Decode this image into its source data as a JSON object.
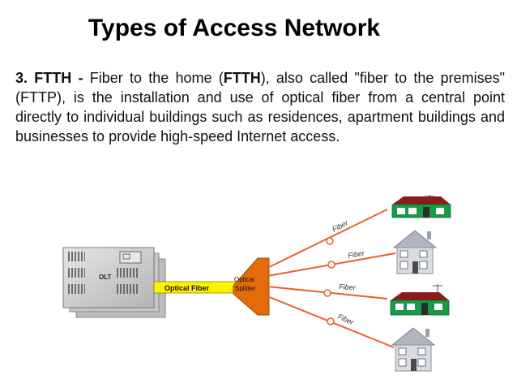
{
  "slide": {
    "title": "Types of Access Network",
    "paragraph": {
      "number": "3.",
      "term": "FTTH -",
      "intro": " Fiber to the home (",
      "term2": "FTTH",
      "rest": "), also called \"fiber to the premises\" (FTTP), is the installation and use of optical fiber from a central point directly to individual buildings such as residences, apartment buildings and businesses to provide  high-speed Internet access."
    }
  },
  "diagram": {
    "olt_label": "OLT",
    "optical_fiber_label": "Optical Fiber",
    "splitter_label_line1": "Optical",
    "splitter_label_line2": "Splitter",
    "fiber_labels": [
      "Fiber",
      "Fiber",
      "Fiber",
      "Fiber"
    ],
    "colors": {
      "fiber_line": "#e8602c",
      "splitter": "#e26b0a",
      "optical_fiber_box": "#fff200",
      "olt_body": "#c8c8c8",
      "house_green": "#1a9a48",
      "house_roof_red": "#8b1c1c",
      "house_grey": "#d9dde3"
    }
  }
}
